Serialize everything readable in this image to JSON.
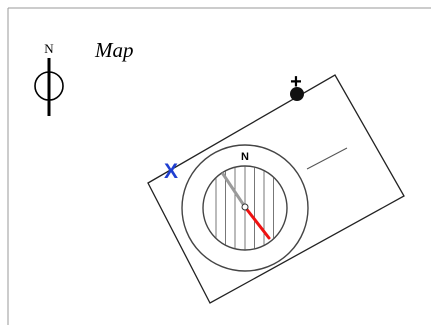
{
  "legend": {
    "north_letter": "N",
    "map_title": "Map"
  },
  "map": {
    "marker_label": "X",
    "marker_color": "#1f3fd1",
    "pin_symbol": "+"
  },
  "compass": {
    "north_label": "N",
    "needle_north_color": "#9a9a9a",
    "needle_south_color": "#ee1111"
  }
}
